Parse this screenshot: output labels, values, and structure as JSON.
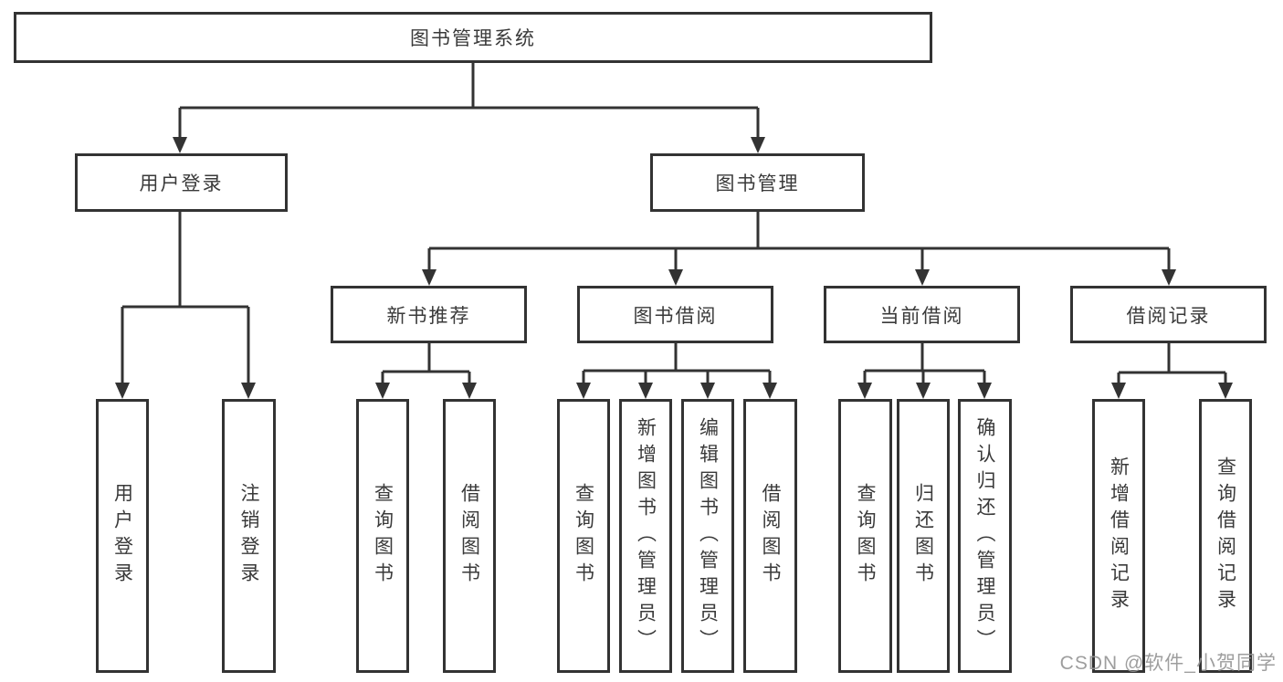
{
  "diagram": {
    "root": "图书管理系统",
    "level1": [
      {
        "label": "用户登录",
        "children": [
          "用户登录",
          "注销登录"
        ]
      },
      {
        "label": "图书管理",
        "groups": [
          {
            "label": "新书推荐",
            "children": [
              "查询图书",
              "借阅图书"
            ]
          },
          {
            "label": "图书借阅",
            "children": [
              "查询图书",
              "新增图书（管理员）",
              "编辑图书（管理员）",
              "借阅图书"
            ]
          },
          {
            "label": "当前借阅",
            "children": [
              "查询图书",
              "归还图书",
              "确认归还（管理员）"
            ]
          },
          {
            "label": "借阅记录",
            "children": [
              "新增借阅记录",
              "查询借阅记录"
            ]
          }
        ]
      }
    ]
  },
  "colors": {
    "line": "#333333",
    "text": "#3a3a3a",
    "background": "#ffffff",
    "watermark": "#949494"
  },
  "watermark": "CSDN @软件_小贺同学"
}
